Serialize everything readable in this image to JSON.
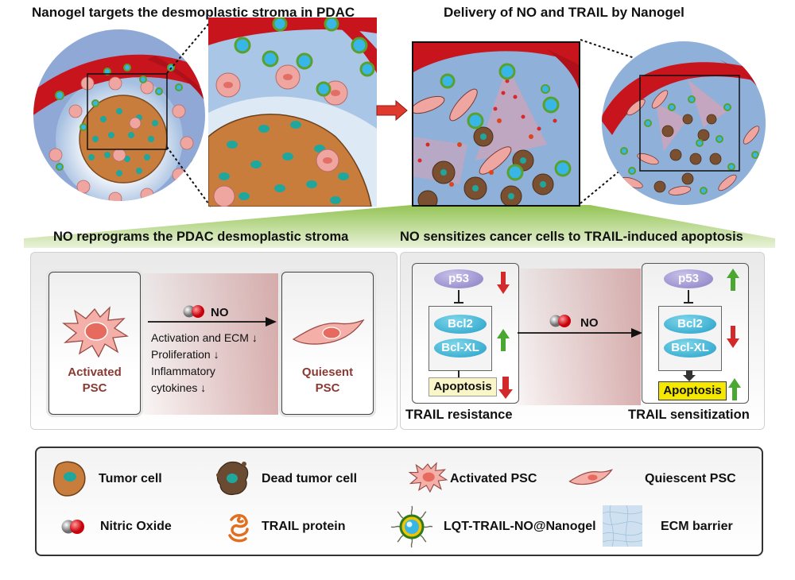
{
  "top": {
    "left_title": "Nanogel targets the desmoplastic stroma in PDAC",
    "right_title": "Delivery of NO and TRAIL by Nanogel"
  },
  "stroma_panel": {
    "title": "NO reprograms the PDAC desmoplastic stroma",
    "from_label_line1": "Activated",
    "from_label_line2": "PSC",
    "to_label_line1": "Quiesent",
    "to_label_line2": "PSC",
    "agent_label": "NO",
    "effects": [
      "Activation and ECM ↓",
      "Proliferation ↓",
      "Inflammatory",
      "cytokines ↓"
    ]
  },
  "apoptosis_panel": {
    "title": "NO sensitizes cancer cells to TRAIL-induced apoptosis",
    "agent_label": "NO",
    "left": {
      "caption": "TRAIL resistance",
      "p53": "p53",
      "bcl2": "Bcl2",
      "bclxl": "Bcl-XL",
      "apoptosis": "Apoptosis",
      "p53_trend": "down",
      "bcl_trend": "up",
      "apoptosis_trend": "down"
    },
    "right": {
      "caption": "TRAIL sensitization",
      "p53": "p53",
      "bcl2": "Bcl2",
      "bclxl": "Bcl-XL",
      "apoptosis": "Apoptosis",
      "p53_trend": "up",
      "bcl_trend": "down",
      "apoptosis_trend": "up"
    }
  },
  "legend": {
    "items": [
      {
        "icon": "tumor-cell-icon",
        "label": "Tumor cell"
      },
      {
        "icon": "dead-tumor-cell-icon",
        "label": "Dead tumor cell"
      },
      {
        "icon": "activated-psc-icon",
        "label": "Activated PSC"
      },
      {
        "icon": "quiescent-psc-icon",
        "label": "Quiescent PSC"
      },
      {
        "icon": "nitric-oxide-icon",
        "label": "Nitric Oxide"
      },
      {
        "icon": "trail-protein-icon",
        "label": "TRAIL protein"
      },
      {
        "icon": "nanogel-icon",
        "label": "LQT-TRAIL-NO@Nanogel"
      },
      {
        "icon": "ecm-barrier-icon",
        "label": "ECM barrier"
      }
    ]
  },
  "colors": {
    "vessel": "#c8141c",
    "tissue_blue": "#8fb0d8",
    "tumor": "#c97d3c",
    "nucleus": "#1fa79d",
    "psc": "#f0a6a0",
    "psc_label": "#8a3a32",
    "up_arrow": "#4aa832",
    "down_arrow": "#d22a2a",
    "apoptosis_highlight": "#f5e800",
    "beam": "#a8cc6a"
  }
}
